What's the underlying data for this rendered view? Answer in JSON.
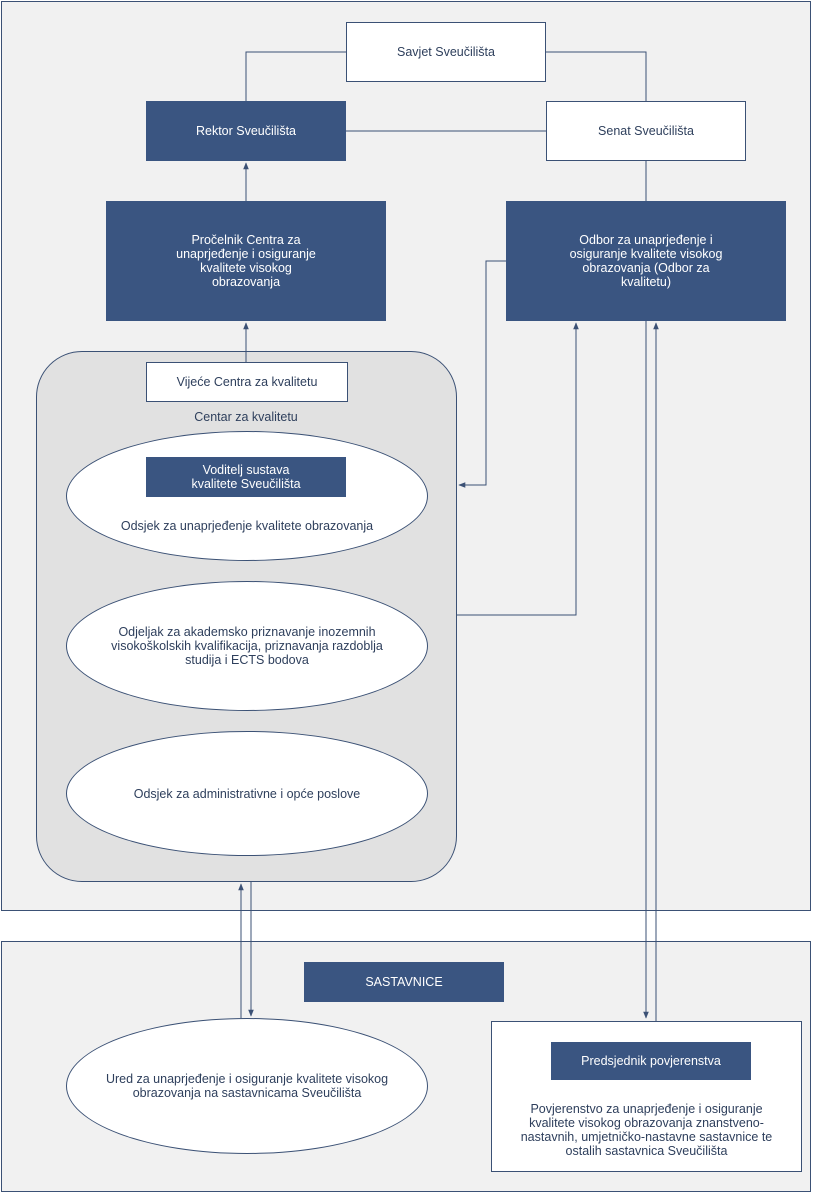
{
  "nodes": {
    "savjet": "Savjet Sveučilišta",
    "rektor": "Rektor Sveučilišta",
    "senat": "Senat Sveučilišta",
    "procelnik": "Pročelnik Centra za unaprjeđenje i osiguranje kvalitete visokog obrazovanja",
    "odbor": "Odbor za unaprjeđenje i osiguranje kvalitete visokog obrazovanja (Odbor za kvalitetu)",
    "vijece": "Vijeće Centra za kvalitetu",
    "centar_label": "Centar za kvalitetu",
    "voditelj": "Voditelj sustava kvalitete Sveučilišta",
    "odsjek_unapr": "Odsjek za unaprjeđenje kvalitete obrazovanja",
    "odjeljak": "Odjeljak za akademsko priznavanje inozemnih visokoškolskih kvalifikacija, priznavanja razdoblja studija i ECTS bodova",
    "odsjek_admin": "Odsjek za administrativne i opće poslove",
    "sastavnice": "SASTAVNICE",
    "ured": "Ured za unaprjeđenje i osiguranje kvalitete visokog obrazovanja na sastavnicama Sveučilišta",
    "predsjednik": "Predsjednik povjerenstva",
    "povjerenstvo": "Povjerenstvo za unaprjeđenje i osiguranje kvalitete visokog obrazovanja znanstveno-nastavnih, umjetničko-nastavne sastavnice te ostalih sastavnica Sveučilišta"
  },
  "colors": {
    "dark_fill": "#3a5581",
    "line": "#3b5175",
    "panel_bg": "#f1f1f1",
    "center_bg": "#e1e1e1",
    "text": "#2e3f5c"
  }
}
